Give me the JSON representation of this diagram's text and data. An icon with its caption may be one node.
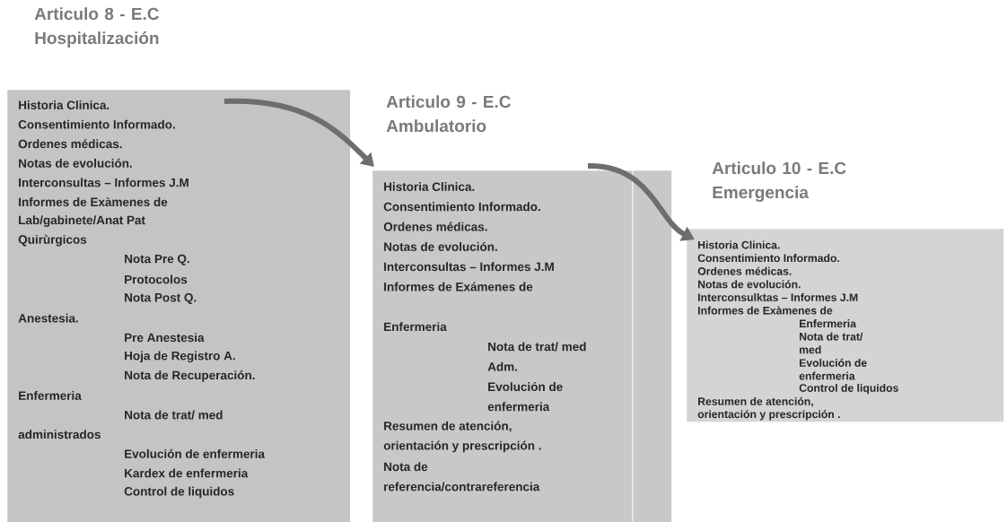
{
  "diagram": {
    "nodes": [
      {
        "text": [
          "Articulo 8 -  E.C Hospitalización",
          "Historia Clinica.",
          "Consentimiento Informado.",
          "Ordenes médicas.",
          "Notas de evolución.",
          "Interconsultas – Informes J.M",
          "Informes de Exàmenes de",
          "Lab/gabinete/Anat Pat",
          "Quirùrgicos",
          "Nota Pre Q.",
          "Protocolos",
          "Nota Post Q.",
          "Anestesia.",
          "Pre Anestesia",
          "Hoja de Registro A.",
          "Nota de Recuperación.",
          "Enfermeria",
          "Nota de trat/ med",
          "administrados",
          "Evolución de enfermeria",
          "Kardex de enfermeria",
          "Control de liquidos"
        ]
      },
      {
        "text": [
          "Articulo 9 -  E.C Ambulatorio",
          "Historia Clinica.",
          "Consentimiento Informado.",
          "Ordenes médicas.",
          "Notas de evolución.",
          "Interconsultas – Informes J.M",
          "Informes de Exámenes de",
          "Enfermeria",
          "Nota de trat/ med",
          "Adm.",
          "Evolución de",
          "enfermeria",
          "Resumen de atención,",
          "orientación y prescripción .",
          "Nota de",
          "referencia/contrareferencia"
        ]
      },
      {
        "text": [
          "Articulo 10 -  E.C Emergencia",
          "Historia Clinica.",
          "Consentimiento Informado.",
          "Ordenes médicas.",
          "Notas de evolución.",
          "Interconsulktas – Informes J.M",
          "Informes de Exàmenes de",
          "Enfermeria",
          "Nota de trat/",
          "med",
          "Evolución de",
          "enfermeria",
          "Control de liquidos",
          "Resumen de atención,",
          "orientación y prescripción ."
        ]
      }
    ],
    "edges": [
      {
        "from": 0,
        "to": 1,
        "arrow": "to"
      },
      {
        "from": 1,
        "to": 2,
        "arrow": "to"
      }
    ]
  }
}
